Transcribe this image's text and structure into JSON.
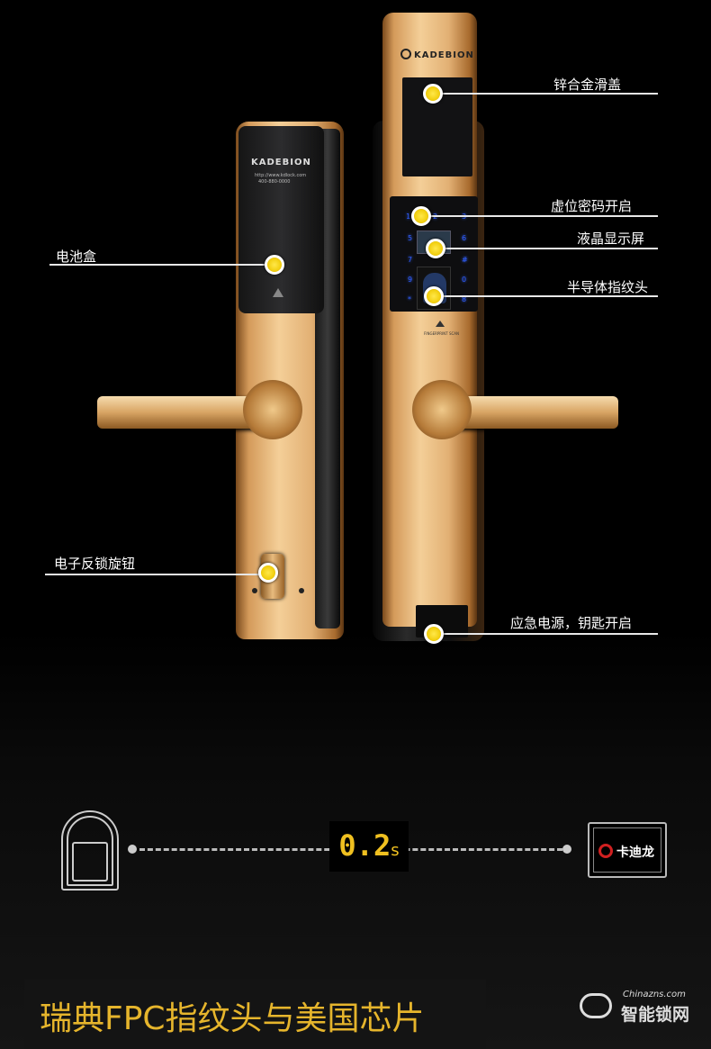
{
  "lock_brand": "KADEBION",
  "fingerprint_scan_label": "FINGERPRINT SCAN",
  "battery_cover_text": [
    "http://www.kdlock.com",
    "400-880-0000"
  ],
  "keypad_keys": [
    "1",
    "2",
    "3",
    "5",
    "6",
    "7",
    "8",
    "9",
    "0",
    "*",
    "#"
  ],
  "callouts": {
    "zinc_slide_cover": "锌合金滑盖",
    "virtual_password": "虚位密码开启",
    "lcd_display": "液晶显示屏",
    "semiconductor_fingerprint": "半导体指纹头",
    "emergency_power_key": "应急电源，钥匙开启",
    "battery_box": "电池盒",
    "electronic_lock_knob": "电子反锁旋钮"
  },
  "speed": {
    "value": "0.2",
    "unit": "s"
  },
  "logo_text": "卡迪龙",
  "banner_title": "瑞典FPC指纹头与美国芯片",
  "watermark": {
    "site": "Chinazns.com",
    "name": "智能锁网"
  },
  "colors": {
    "accent": "#f0c020",
    "banner_text": "#e6b52c",
    "marker": "#f2cf10"
  }
}
